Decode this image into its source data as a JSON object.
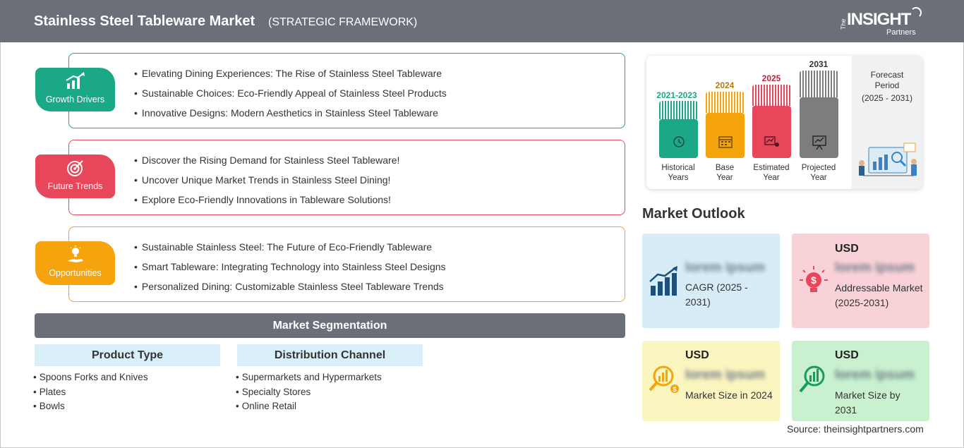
{
  "header": {
    "title": "Stainless Steel Tableware Market",
    "subtitle": "(STRATEGIC FRAMEWORK)",
    "logo": {
      "the": "The",
      "insight": "INSIGHT",
      "partners": "Partners"
    }
  },
  "sections": {
    "growth_drivers": {
      "label": "Growth Drivers",
      "color": "#1aa887",
      "items": [
        "Elevating Dining Experiences: The Rise of Stainless Steel Tableware",
        "Sustainable Choices: Eco-Friendly Appeal of Stainless Steel Products",
        "Innovative Designs: Modern Aesthetics in Stainless Steel Tableware"
      ]
    },
    "future_trends": {
      "label": "Future Trends",
      "color": "#e8465a",
      "items": [
        "Discover the Rising Demand for Stainless Steel Tableware!",
        "Uncover Unique Market Trends in Stainless Steel Dining!",
        "Explore Eco-Friendly Innovations in Tableware Solutions!"
      ]
    },
    "opportunities": {
      "label": "Opportunities",
      "color": "#f5a40e",
      "items": [
        "Sustainable Stainless Steel: The Future of Eco-Friendly Tableware",
        "Smart Tableware: Integrating Technology into Stainless Steel Designs",
        "Personalized Dining: Customizable Stainless Steel Tableware Trends"
      ]
    }
  },
  "segmentation": {
    "title": "Market Segmentation",
    "product_type": {
      "label": "Product Type",
      "items": [
        "Spoons Forks and Knives",
        "Plates",
        "Bowls"
      ]
    },
    "distribution_channel": {
      "label": "Distribution Channel",
      "items": [
        "Supermarkets and Hypermarkets",
        "Specialty Stores",
        "Online Retail"
      ]
    }
  },
  "timeline": {
    "historical": {
      "year": "2021-2023",
      "caption_1": "Historical",
      "caption_2": "Years",
      "color": "#1aa887"
    },
    "base": {
      "year": "2024",
      "caption_1": "Base",
      "caption_2": "Year",
      "color": "#f5a40e"
    },
    "estimated": {
      "year": "2025",
      "caption_1": "Estimated",
      "caption_2": "Year",
      "color": "#e8465a"
    },
    "projected": {
      "year": "2031",
      "caption_1": "Projected",
      "caption_2": "Year",
      "color": "#7d7d7d"
    },
    "forecast": {
      "line1": "Forecast",
      "line2": "Period",
      "line3": "(2025 - 2031)"
    }
  },
  "outlook": {
    "title": "Market Outlook",
    "cagr": {
      "value": "lorem ipsum",
      "desc": "CAGR (2025 - 2031)",
      "bg": "#d7ecf7"
    },
    "addressable": {
      "currency": "USD",
      "value": "lorem ipsum",
      "desc": "Addressable Market (2025-2031)",
      "bg": "#f9d2d7"
    },
    "size_2024": {
      "currency": "USD",
      "value": "lorem ipsum",
      "desc": "Market Size in 2024",
      "bg": "#fbf5bf"
    },
    "size_2031": {
      "currency": "USD",
      "value": "lorem ipsum",
      "desc": "Market Size by 2031",
      "bg": "#c9f1cf"
    }
  },
  "source": "Source: theinsightpartners.com"
}
